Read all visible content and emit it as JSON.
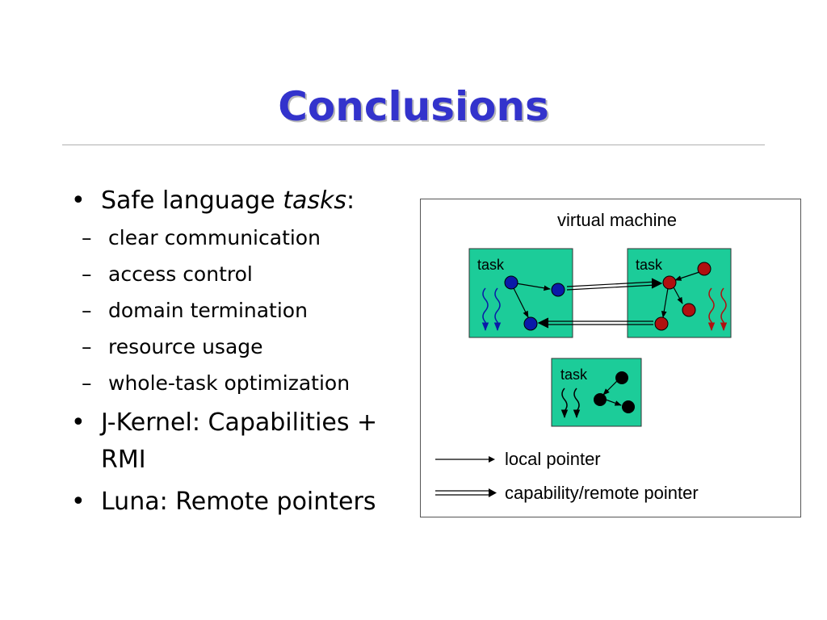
{
  "slide": {
    "title": "Conclusions",
    "bullets": [
      {
        "text_main": "Safe language ",
        "text_italic": "tasks",
        "text_suffix": ":",
        "sub": [
          "clear communication",
          "access control",
          "domain termination",
          "resource usage",
          "whole-task optimization"
        ]
      },
      {
        "text": "J-Kernel: Capabilities + RMI"
      },
      {
        "text": "Luna: Remote pointers"
      }
    ],
    "bullet_glyph": "•",
    "sub_glyph": "–"
  },
  "diagram": {
    "title": "virtual machine",
    "task_label": "task",
    "legend": {
      "local": "local pointer",
      "remote": "capability/remote pointer"
    },
    "colors": {
      "task_fill": "#1ccc99",
      "node_blue": "#0a1aa8",
      "node_red": "#b01010",
      "node_black": "#000000",
      "title_blue": "#3333cc"
    }
  }
}
